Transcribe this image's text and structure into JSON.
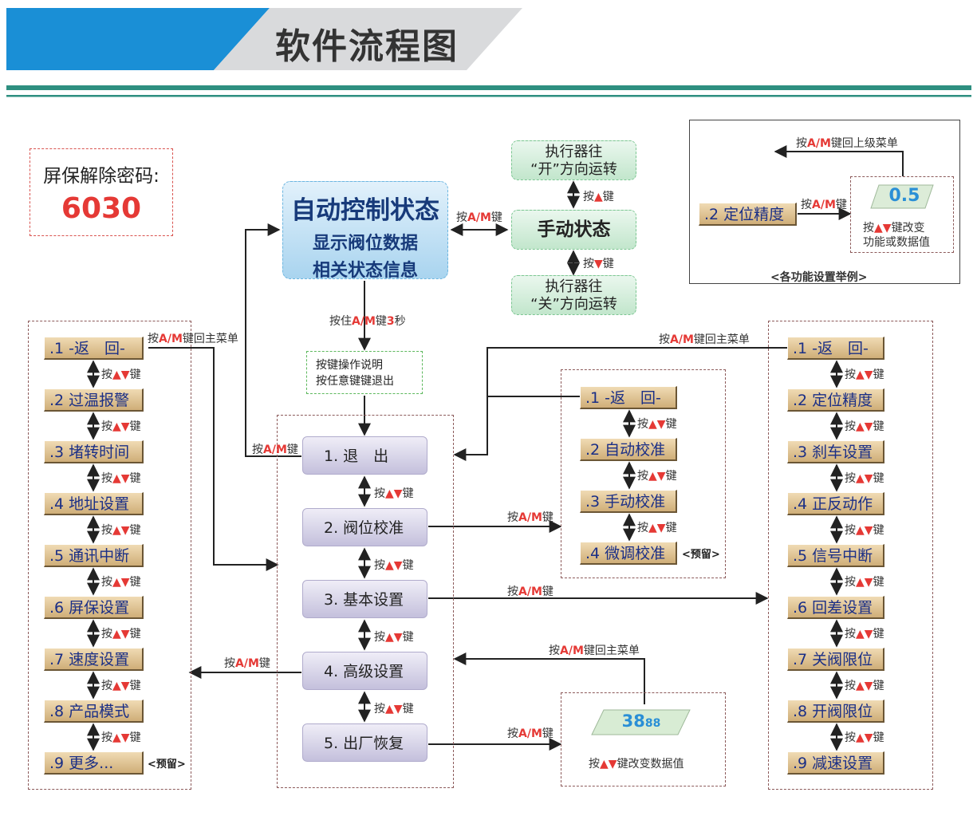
{
  "title": "软件流程图",
  "password": {
    "label": "屏保解除密码:",
    "value": "6030"
  },
  "auto_state": {
    "line1": "自动控制状态",
    "line2": "显示阀位数据",
    "line3": "相关状态信息"
  },
  "manual": {
    "open_line1": "执行器往",
    "open_line2": "“开”方向运转",
    "state": "手动状态",
    "close_line1": "执行器往",
    "close_line2": "“关”方向运转",
    "press_up": "按▲键",
    "press_down": "按▼键"
  },
  "labels": {
    "am_key": "按A/M键",
    "am_back_main": "按A/M键回主菜单",
    "am_back_upper": "按A/M键回上级菜单",
    "hold_am_3s": "按住A/M键3秒",
    "updown": "按▲▼键",
    "updown_change": "按▲▼键改变",
    "func_or_data": "功能或数据值",
    "updown_change_data": "按▲▼键改变数据值",
    "example_caption": "<各功能设置举例>",
    "reserved": "<预留>"
  },
  "key_note": {
    "line1": "按键操作说明",
    "line2": "按任意键键退出"
  },
  "main_menu": [
    "1. 退　出",
    "2. 阀位校准",
    "3. 基本设置",
    "4. 高级设置",
    "5. 出厂恢复"
  ],
  "left_menu": [
    ".1 -返　回-",
    ".2 过温报警",
    ".3 堵转时间",
    ".4 地址设置",
    ".5 通讯中断",
    ".6 屏保设置",
    ".7 速度设置",
    ".8 产品模式",
    ".9 更多..."
  ],
  "mid_menu": [
    ".1 -返　回-",
    ".2 自动校准",
    ".3 手动校准",
    ".4 微调校准"
  ],
  "right_menu": [
    ".1 -返　回-",
    ".2 定位精度",
    ".3 刹车设置",
    ".4 正反动作",
    ".5 信号中断",
    ".6 回差设置",
    ".7 关阀限位",
    ".8 开阀限位",
    ".9 减速设置"
  ],
  "example": {
    "item": ".2 定位精度",
    "display": "0.5"
  },
  "factory_display": {
    "big": "38",
    "small": "88"
  },
  "colors": {
    "arrow": "#222222",
    "key_red": "#e53935",
    "header_blue": "#1a8fd6",
    "header_gray": "#d9dadc",
    "rule": "#2e8f80"
  }
}
